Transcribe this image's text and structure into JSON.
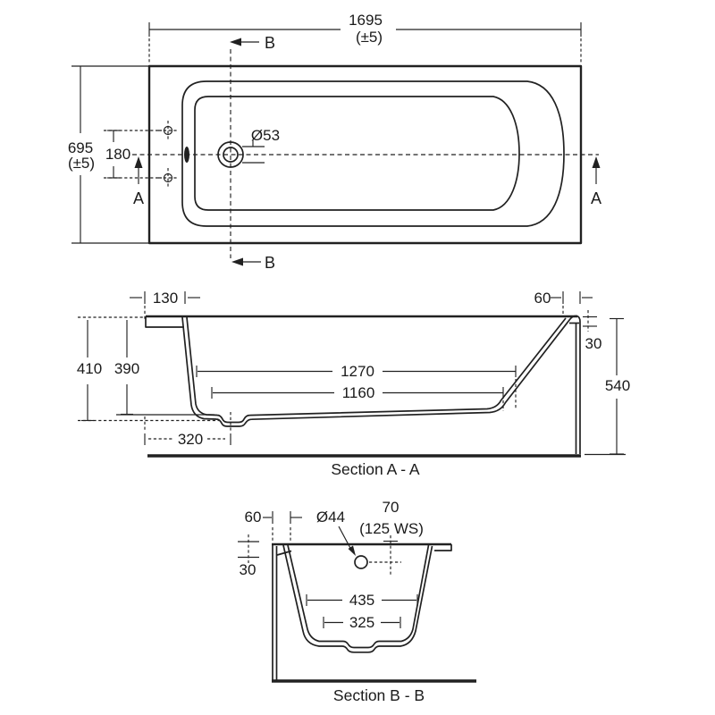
{
  "plan": {
    "length": "1695",
    "length_tol": "(±5)",
    "width": "695",
    "width_tol": "(±5)",
    "fixing_spacing": "180",
    "drain_diameter": "Ø53",
    "section_a": "A",
    "section_b": "B"
  },
  "section_aa": {
    "title": "Section A - A",
    "rim_left": "130",
    "rim_right": "60",
    "rim_drop": "30",
    "height_total": "540",
    "depth_outer": "410",
    "depth_inner": "390",
    "floor_length_upper": "1270",
    "floor_length_lower": "1160",
    "drain_offset": "320"
  },
  "section_bb": {
    "title": "Section B - B",
    "rim": "60",
    "rim_drop": "30",
    "overflow_diameter": "Ø44",
    "overflow_offset": "70",
    "water_seal": "(125 WS)",
    "width_upper": "435",
    "width_lower": "325"
  }
}
